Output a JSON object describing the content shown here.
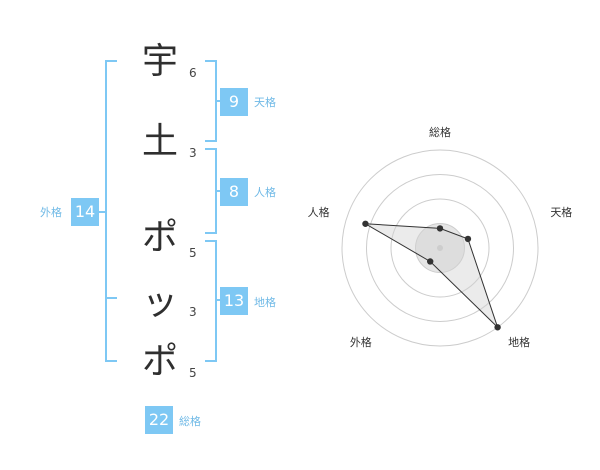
{
  "name": {
    "chars": [
      {
        "char": "宇",
        "strokes": "6"
      },
      {
        "char": "土",
        "strokes": "3"
      },
      {
        "char": "ポ",
        "strokes": "5"
      },
      {
        "char": "ッ",
        "strokes": "3"
      },
      {
        "char": "ポ",
        "strokes": "5"
      }
    ]
  },
  "fortunes": {
    "tenkaku": {
      "value": "9",
      "label": "天格"
    },
    "jinkaku": {
      "value": "8",
      "label": "人格"
    },
    "chikaku": {
      "value": "13",
      "label": "地格"
    },
    "gaikaku": {
      "value": "14",
      "label": "外格"
    },
    "soukaku": {
      "value": "22",
      "label": "総格"
    }
  },
  "colors": {
    "accent": "#7ec8f4",
    "text": "#2f2f2f"
  },
  "chart_data": {
    "type": "radar",
    "axes": [
      "総格",
      "天格",
      "地格",
      "外格",
      "人格"
    ],
    "values": [
      0.2,
      0.3,
      1.0,
      0.17,
      0.8
    ],
    "rings": 4,
    "grid": true
  }
}
